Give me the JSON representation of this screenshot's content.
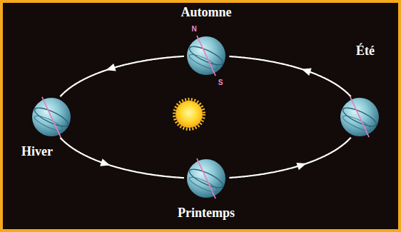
{
  "diagram": {
    "nodes": [
      {
        "text": [
          "Automne"
        ]
      },
      {
        "text": [
          "Hiver"
        ]
      },
      {
        "text": [
          "Été"
        ]
      },
      {
        "text": [
          "Printemps"
        ]
      }
    ],
    "edges": [
      {
        "from": 1,
        "to": 3,
        "arrow": "to"
      },
      {
        "from": 3,
        "to": 2,
        "arrow": "to"
      },
      {
        "from": 2,
        "to": 0,
        "arrow": "to"
      },
      {
        "from": 0,
        "to": 1,
        "arrow": "to"
      }
    ],
    "labels": [
      "N",
      "S"
    ]
  }
}
